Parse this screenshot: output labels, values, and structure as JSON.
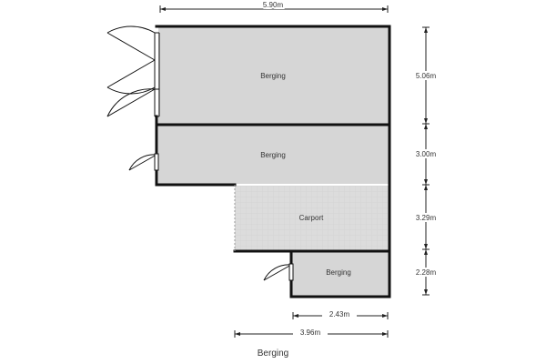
{
  "title": "Berging",
  "rooms": {
    "room_top": "Berging",
    "room_middle": "Berging",
    "carport": "Carport",
    "room_small": "Berging"
  },
  "dimensions": {
    "top_width": "5.90m",
    "right_1": "5.06m",
    "right_2": "3.00m",
    "right_3": "3.29m",
    "right_4": "2.28m",
    "bottom_inner": "2.43m",
    "bottom_outer": "3.96m"
  },
  "colors": {
    "room_fill": "#d6d6d6",
    "carport_fill": "#dcdcdc",
    "wall": "#111111",
    "dimension_line": "#222222"
  }
}
